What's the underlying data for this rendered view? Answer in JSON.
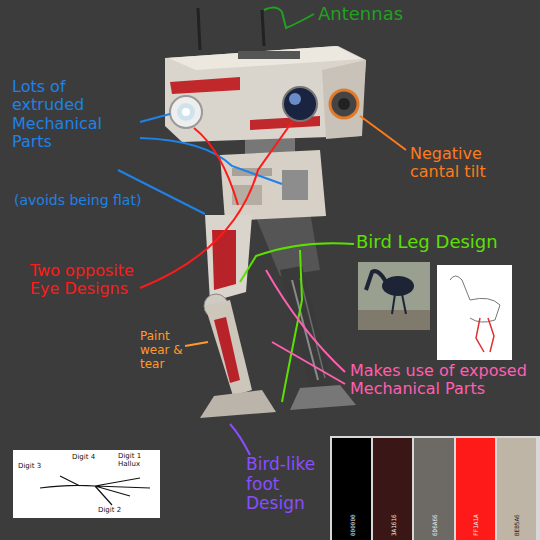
{
  "diagram": {
    "labels": [
      "Antennas",
      "Lots of extruded Mechanical Parts",
      "(avoids being flat)",
      "Negative cantal tilt",
      "Bird Leg Design",
      "Two opposite Eye Designs",
      "Paint wear & tear",
      "Makes use of exposed Mechanical Parts",
      "Bird-like foot Design",
      "Digit 3",
      "Digit 4",
      "Digit 1 Hallux",
      "Digit 2"
    ],
    "legend": [
      {
        "text": "000000",
        "color": "#000000"
      },
      {
        "text": "3A1616",
        "color": "#3a1616"
      },
      {
        "text": "6D6A66",
        "color": "#6d6a66"
      },
      {
        "text": "FF1A1A",
        "color": "#ff1a1a"
      },
      {
        "text": "BEB5A6",
        "color": "#beb5a6"
      }
    ]
  }
}
